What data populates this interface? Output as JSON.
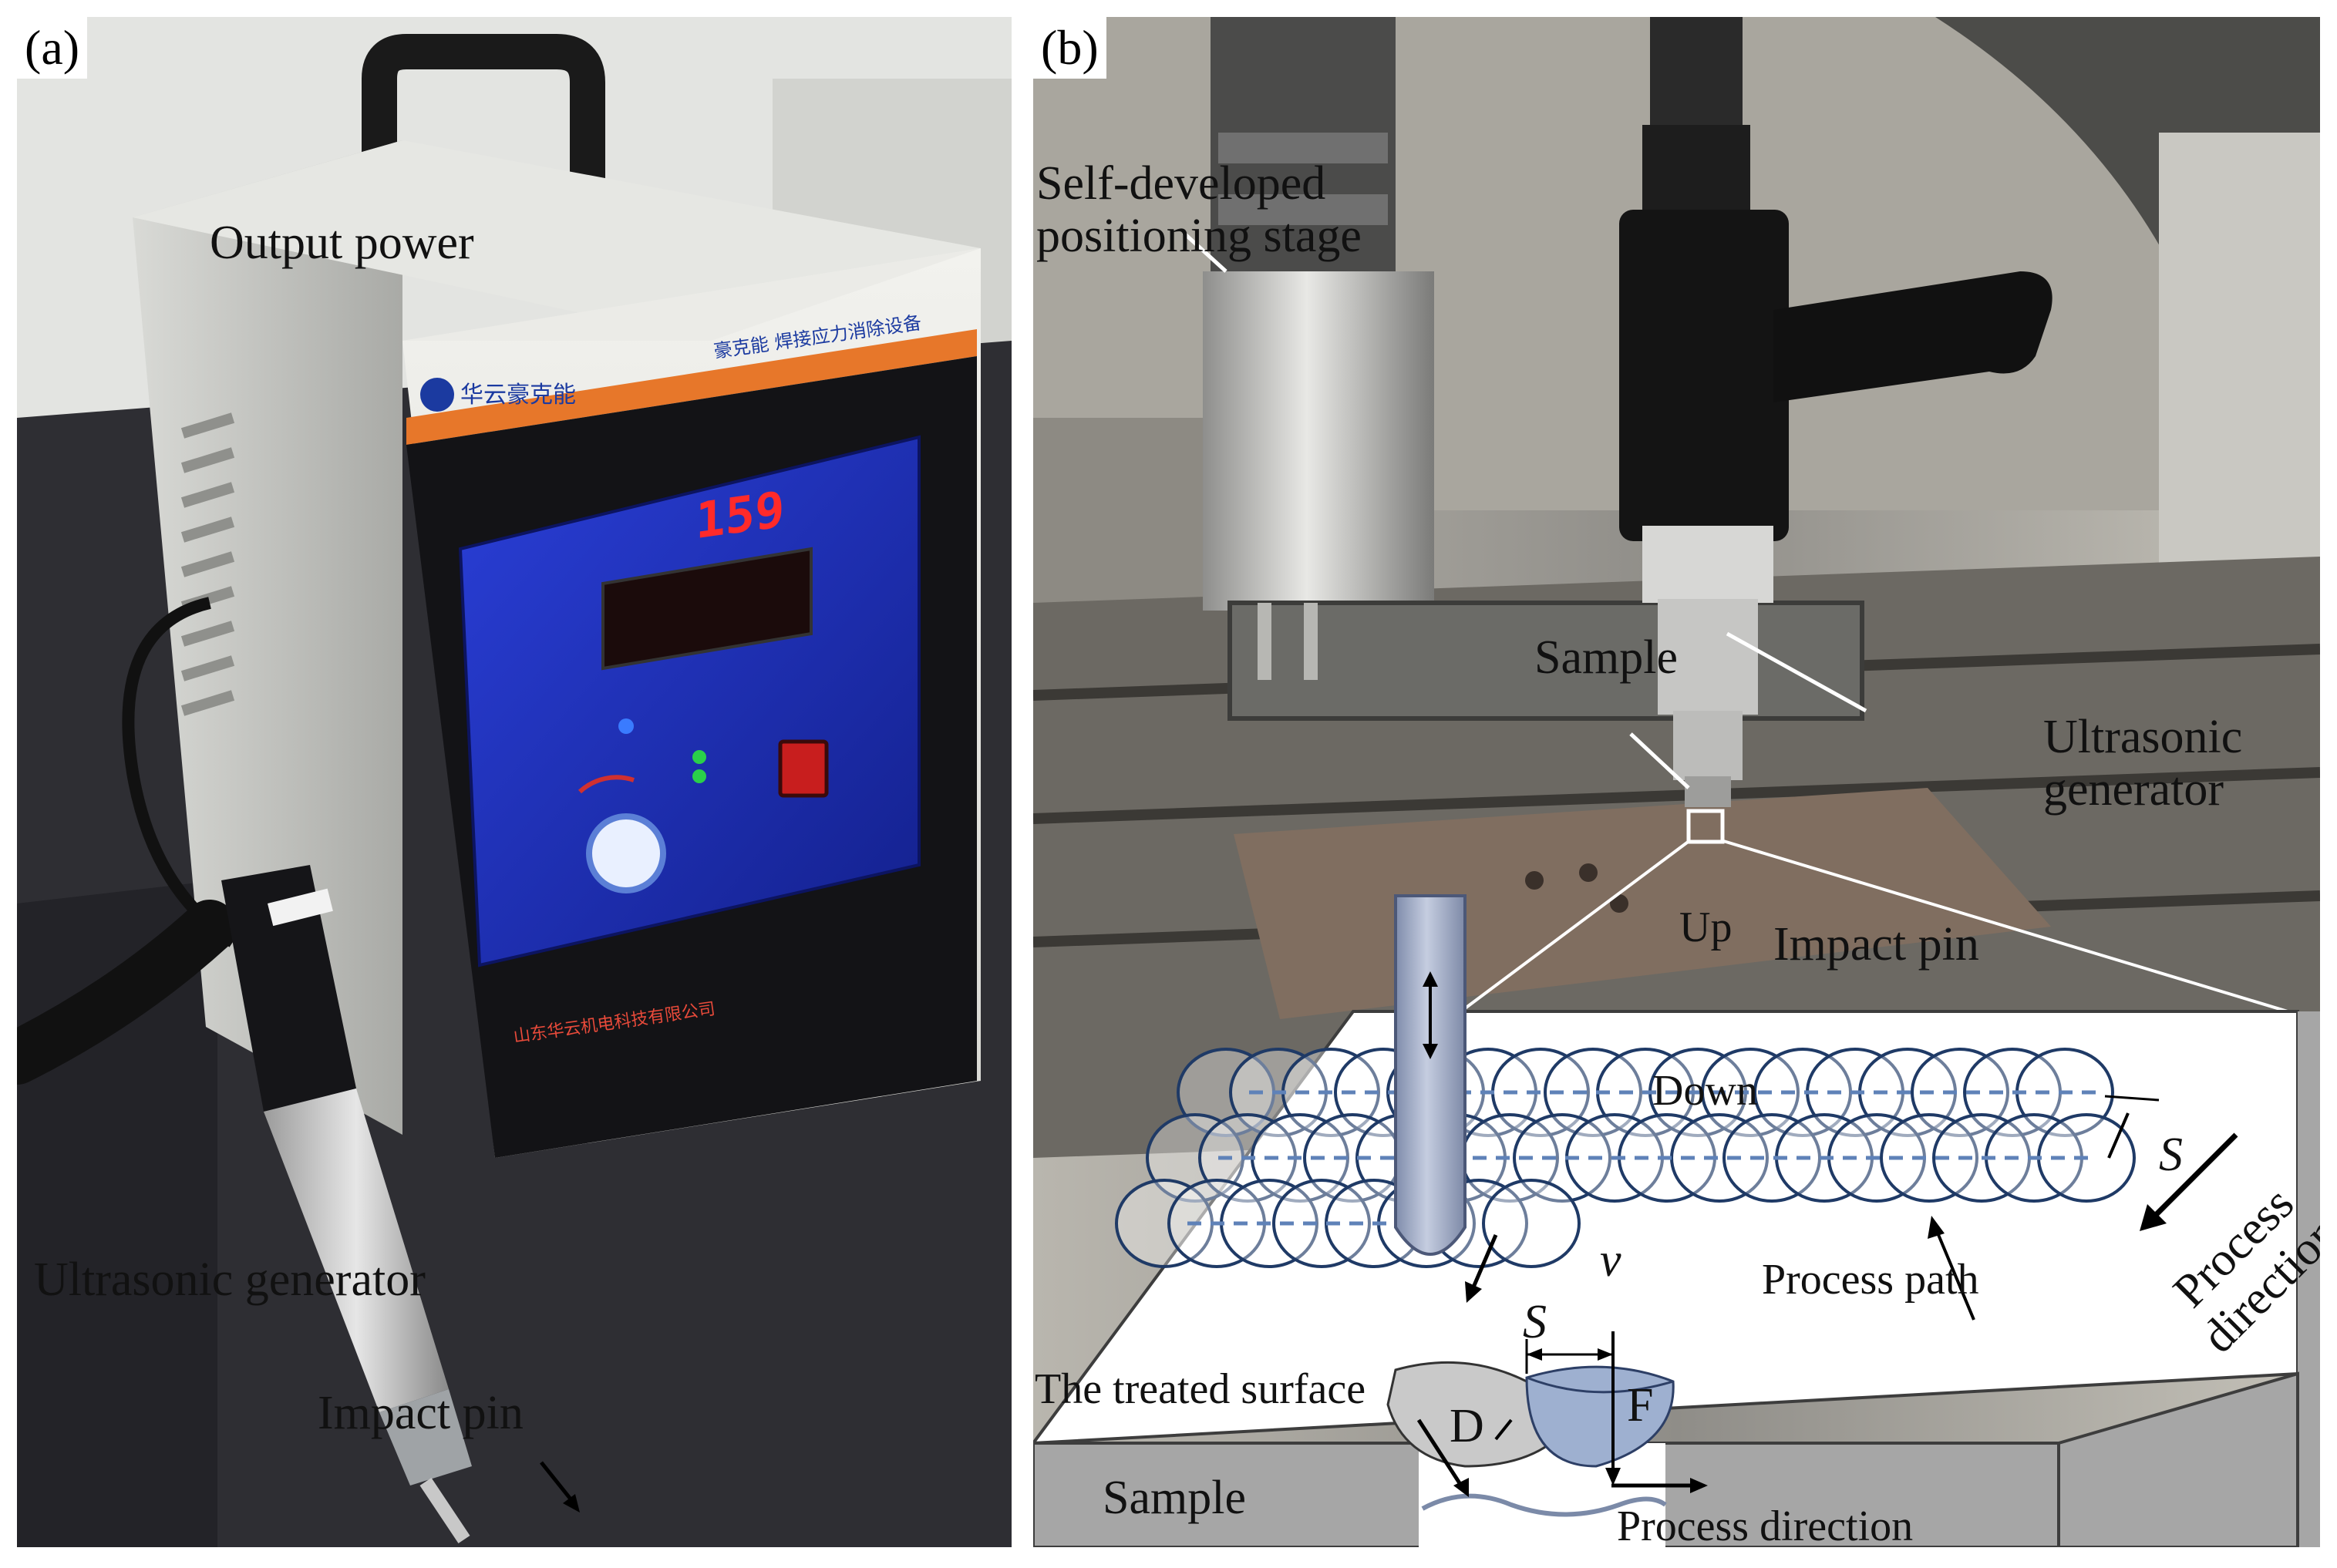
{
  "panel_a": {
    "label": "(a)",
    "annotations": {
      "output_power": "Output power",
      "ultrasonic_generator": "Ultrasonic generator",
      "impact_pin": "Impact pin"
    },
    "display_reading": "159",
    "device_brand": "华云豪克能",
    "device_title": "豪克能 焊接应力消除设备",
    "maker": "山东华云机电科技有限公司"
  },
  "panel_b": {
    "label": "(b)",
    "annotations": {
      "positioning_stage": [
        "Self-developed",
        "positioning stage"
      ],
      "sample_top": "Sample",
      "ultrasonic_generator": [
        "Ultrasonic",
        "generator"
      ],
      "impact_pin": "Impact pin"
    },
    "schematic": {
      "up": "Up",
      "down": "Down",
      "spacing": "S",
      "velocity": "v",
      "process_path": "Process path",
      "process_direction_side": [
        "Process",
        "direction"
      ],
      "treated_surface": "The treated surface",
      "depth": "D",
      "force": "F",
      "sample": "Sample",
      "process_direction_bottom": "Process direction"
    }
  },
  "colors": {
    "circle_stroke": "#1f3a66",
    "pin_fill": "#9aa7c4",
    "panel_blue": "#1b2bb0",
    "display_red": "#ff2a2a",
    "slab_side": "#a6a6a6"
  }
}
